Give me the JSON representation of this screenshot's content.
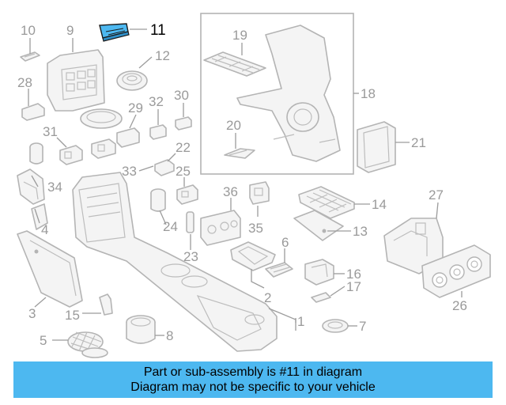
{
  "diagram": {
    "highlighted_part": "11",
    "highlight_color": "#4db8f0",
    "callouts": [
      {
        "id": "c1",
        "text": "1"
      },
      {
        "id": "c2",
        "text": "2"
      },
      {
        "id": "c3",
        "text": "3"
      },
      {
        "id": "c4",
        "text": "4"
      },
      {
        "id": "c5",
        "text": "5"
      },
      {
        "id": "c6",
        "text": "6"
      },
      {
        "id": "c7",
        "text": "7"
      },
      {
        "id": "c8",
        "text": "8"
      },
      {
        "id": "c9",
        "text": "9"
      },
      {
        "id": "c10",
        "text": "10"
      },
      {
        "id": "c11",
        "text": "11"
      },
      {
        "id": "c12",
        "text": "12"
      },
      {
        "id": "c13",
        "text": "13"
      },
      {
        "id": "c14",
        "text": "14"
      },
      {
        "id": "c15",
        "text": "15"
      },
      {
        "id": "c16",
        "text": "16"
      },
      {
        "id": "c17",
        "text": "17"
      },
      {
        "id": "c18",
        "text": "18"
      },
      {
        "id": "c19",
        "text": "19"
      },
      {
        "id": "c20",
        "text": "20"
      },
      {
        "id": "c21",
        "text": "21"
      },
      {
        "id": "c22",
        "text": "22"
      },
      {
        "id": "c23",
        "text": "23"
      },
      {
        "id": "c24",
        "text": "24"
      },
      {
        "id": "c25",
        "text": "25"
      },
      {
        "id": "c26",
        "text": "26"
      },
      {
        "id": "c27",
        "text": "27"
      },
      {
        "id": "c28",
        "text": "28"
      },
      {
        "id": "c29",
        "text": "29"
      },
      {
        "id": "c30",
        "text": "30"
      },
      {
        "id": "c31",
        "text": "31"
      },
      {
        "id": "c32",
        "text": "32"
      },
      {
        "id": "c33",
        "text": "33"
      },
      {
        "id": "c34",
        "text": "34"
      },
      {
        "id": "c35",
        "text": "35"
      },
      {
        "id": "c36",
        "text": "36"
      }
    ]
  },
  "banner": {
    "line1": "Part or sub-assembly is #11 in diagram",
    "line2": "Diagram may not be specific to your vehicle",
    "color": "#4db8f0"
  }
}
